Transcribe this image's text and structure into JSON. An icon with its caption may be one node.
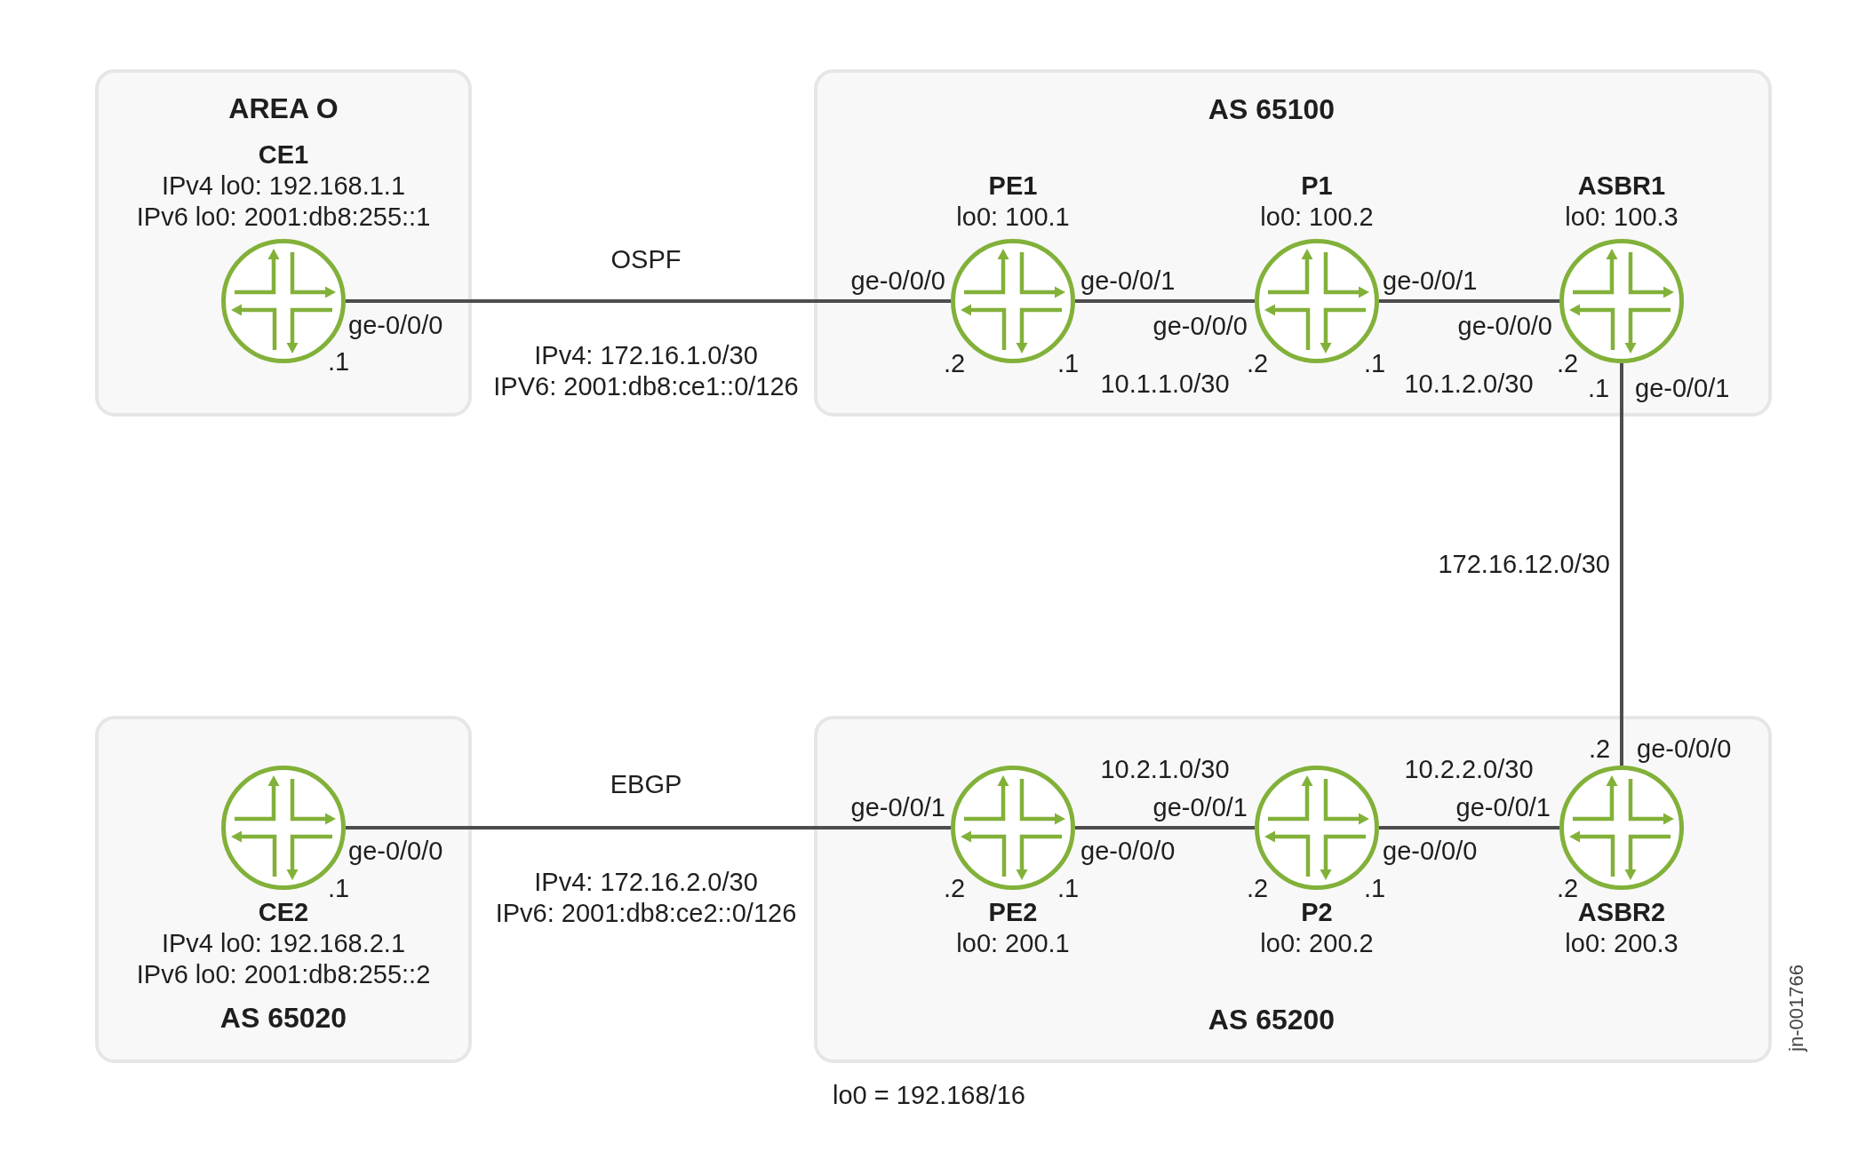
{
  "diagram": {
    "nodes": [
      {
        "text": [
          "AREA O"
        ]
      },
      {
        "text": [
          "CE1",
          "IPv4 lo0: 192.168.1.1",
          "IPv6 lo0: 2001:db8:255::1"
        ],
        "in": 0
      },
      {
        "text": [
          "AS 65100"
        ]
      },
      {
        "text": [
          "PE1",
          "lo0: 100.1"
        ],
        "in": 2
      },
      {
        "text": [
          "P1",
          "lo0: 100.2"
        ],
        "in": 2
      },
      {
        "text": [
          "ASBR1",
          "lo0: 100.3"
        ],
        "in": 2
      },
      {
        "text": [
          "AS 65020"
        ]
      },
      {
        "text": [
          "CE2",
          "IPv4 lo0: 192.168.2.1",
          "IPv6 lo0: 2001:db8:255::2"
        ],
        "in": 6
      },
      {
        "text": [
          "AS 65200"
        ]
      },
      {
        "text": [
          "PE2",
          "lo0: 200.1"
        ],
        "in": 8
      },
      {
        "text": [
          "P2",
          "lo0: 200.2"
        ],
        "in": 8
      },
      {
        "text": [
          "ASBR2",
          "lo0: 200.3"
        ],
        "in": 8
      }
    ],
    "edges": [
      {
        "from": 1,
        "to": 3,
        "arrow": "none",
        "label": "OSPF"
      },
      {
        "from": 3,
        "to": 4,
        "arrow": "none",
        "label": "10.1.1.0/30"
      },
      {
        "from": 4,
        "to": 5,
        "arrow": "none",
        "label": "10.1.2.0/30"
      },
      {
        "from": 5,
        "to": 11,
        "arrow": "none",
        "label": "172.16.12.0/30"
      },
      {
        "from": 7,
        "to": 9,
        "arrow": "none",
        "label": "EBGP"
      },
      {
        "from": 9,
        "to": 10,
        "arrow": "none",
        "label": "10.2.1.0/30"
      },
      {
        "from": 10,
        "to": 11,
        "arrow": "none",
        "label": "10.2.2.0/30"
      }
    ],
    "labels": [
      "ge-0/0/0",
      ".1",
      "IPv4: 172.16.1.0/30",
      "IPV6: 2001:db8:ce1::0/126",
      "ge-0/0/0",
      ".2",
      "ge-0/0/1",
      ".1",
      "ge-0/0/0",
      ".2",
      "ge-0/0/1",
      ".1",
      "ge-0/0/0",
      ".2",
      ".1",
      "ge-0/0/1",
      ".2",
      "ge-0/0/0",
      "ge-0/0/0",
      ".1",
      "IPv4: 172.16.2.0/30",
      "IPv6: 2001:db8:ce2::0/126",
      "ge-0/0/1",
      ".2",
      "ge-0/0/0",
      ".1",
      "ge-0/0/1",
      ".2",
      "ge-0/0/0",
      ".1",
      "ge-0/0/1",
      ".2",
      "lo0 = 192.168/16",
      "jn-001766"
    ]
  }
}
